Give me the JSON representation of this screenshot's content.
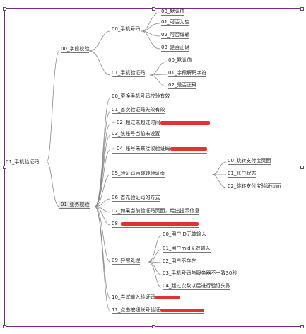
{
  "colors": {
    "frame": "#7a2a86",
    "redaction": "#e53030",
    "arrow": "#d43a1f",
    "line": "#8a8a8a"
  },
  "mindmap": {
    "root": "01_手机验证码",
    "branch_a": {
      "label": "00_字段校验",
      "sub1": {
        "label": "00_手机号码",
        "children": [
          "00_默认值",
          "01_可否为空",
          "02_可否编辑",
          "03_是否正确"
        ]
      },
      "sub2": {
        "label": "01_手机验证码",
        "children": [
          "00_默认值",
          "01_字段解码字符",
          "02_是否正确"
        ]
      }
    },
    "branch_b": {
      "label": "01_业务校验",
      "items": [
        "00_更换手机号码校验有效",
        "01_首次验证码失效有效",
        "02_超过未超过时间",
        "03_该账号当前未设置",
        "04_账号未来接收验证码",
        "05_验证码后跳转验证页",
        "06_首先验证码的方式",
        "07_如果当前验证码页面，给出提示信息",
        "08_",
        "09_异常处理",
        "10_尝试输入验证码",
        "11_点击按钮账号验证"
      ],
      "item05_children": [
        "00_跳转支付宝页面",
        "01_账户状态",
        "02_跳转支付宝验证页面"
      ],
      "item09_children": [
        "00_用户ID无效输入",
        "01_用户mid无效输入",
        "02_用户不存在",
        "03_手机号码与服务器不一致30秒",
        "04_超过次数以后进行验证失败"
      ]
    }
  }
}
